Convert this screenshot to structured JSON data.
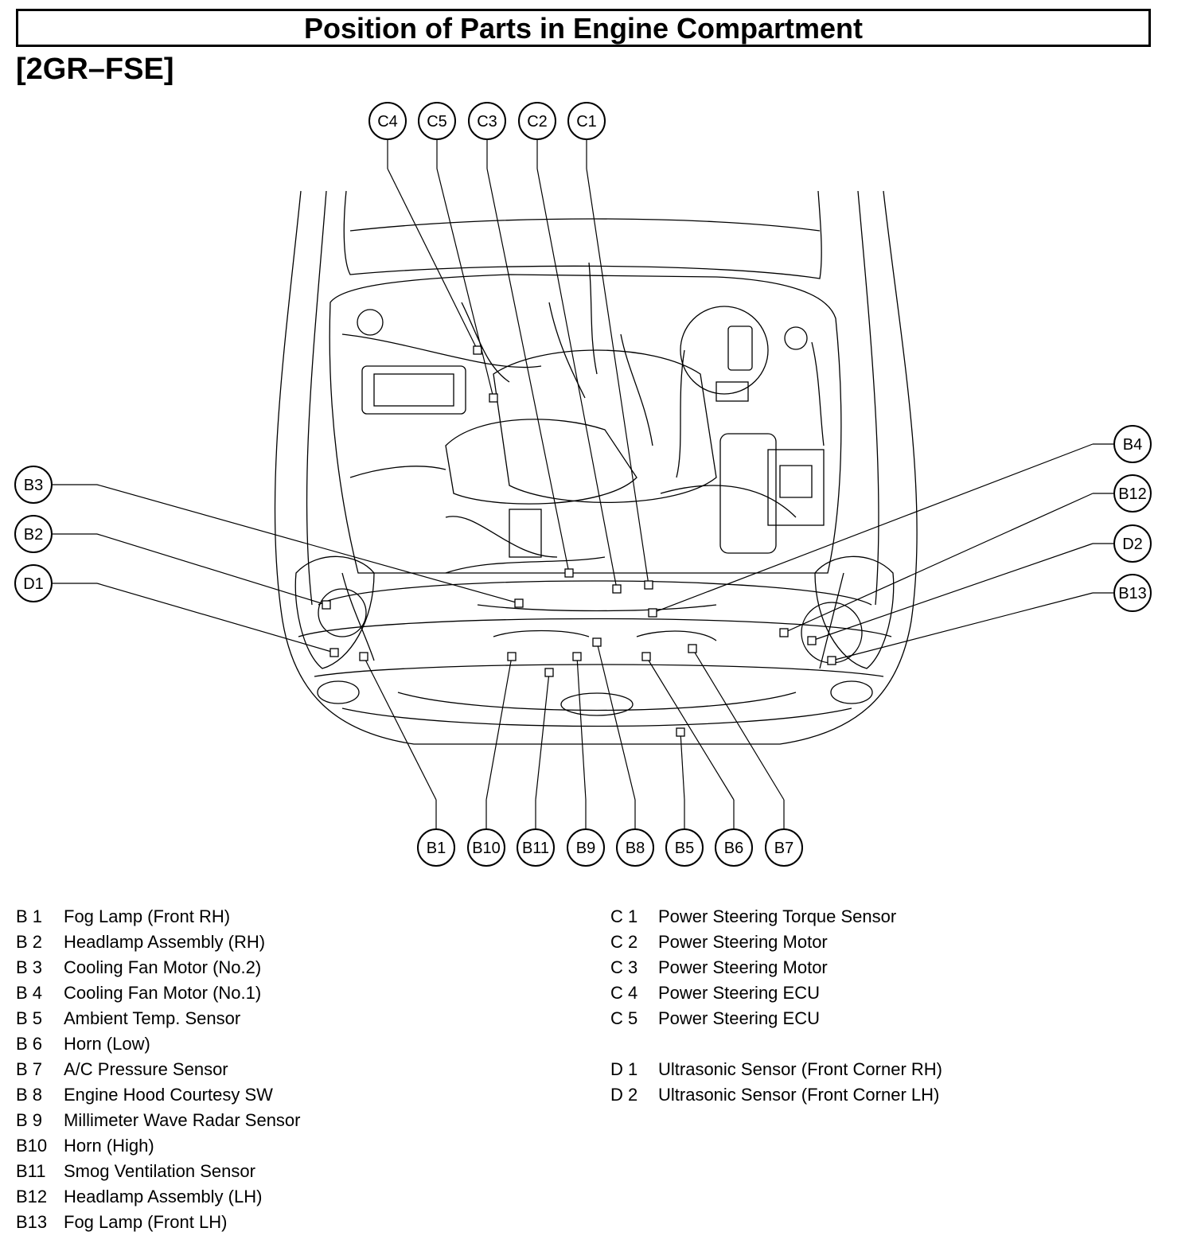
{
  "title": "Position of Parts in Engine Compartment",
  "subtitle": "[2GR–FSE]",
  "callouts": {
    "top": [
      "C4",
      "C5",
      "C3",
      "C2",
      "C1"
    ],
    "left": [
      "B3",
      "B2",
      "D1"
    ],
    "right": [
      "B4",
      "B12",
      "D2",
      "B13"
    ],
    "bottom": [
      "B1",
      "B10",
      "B11",
      "B9",
      "B8",
      "B5",
      "B6",
      "B7"
    ]
  },
  "legend_left": [
    {
      "code": "B  1",
      "name": "Fog Lamp (Front RH)"
    },
    {
      "code": "B  2",
      "name": "Headlamp Assembly (RH)"
    },
    {
      "code": "B  3",
      "name": "Cooling Fan Motor (No.2)"
    },
    {
      "code": "B  4",
      "name": "Cooling Fan Motor (No.1)"
    },
    {
      "code": "B  5",
      "name": "Ambient Temp. Sensor"
    },
    {
      "code": "B  6",
      "name": "Horn (Low)"
    },
    {
      "code": "B  7",
      "name": "A/C Pressure Sensor"
    },
    {
      "code": "B  8",
      "name": "Engine Hood Courtesy SW"
    },
    {
      "code": "B  9",
      "name": "Millimeter Wave Radar Sensor"
    },
    {
      "code": "B10",
      "name": "Horn (High)"
    },
    {
      "code": "B11",
      "name": "Smog Ventilation Sensor"
    },
    {
      "code": "B12",
      "name": "Headlamp Assembly (LH)"
    },
    {
      "code": "B13",
      "name": "Fog Lamp (Front LH)"
    }
  ],
  "legend_right_c": [
    {
      "code": "C  1",
      "name": "Power Steering Torque Sensor"
    },
    {
      "code": "C  2",
      "name": "Power Steering Motor"
    },
    {
      "code": "C  3",
      "name": "Power Steering Motor"
    },
    {
      "code": "C  4",
      "name": "Power Steering ECU"
    },
    {
      "code": "C  5",
      "name": "Power Steering ECU"
    }
  ],
  "legend_right_d": [
    {
      "code": "D  1",
      "name": "Ultrasonic Sensor (Front Corner RH)"
    },
    {
      "code": "D  2",
      "name": "Ultrasonic Sensor (Front Corner LH)"
    }
  ]
}
